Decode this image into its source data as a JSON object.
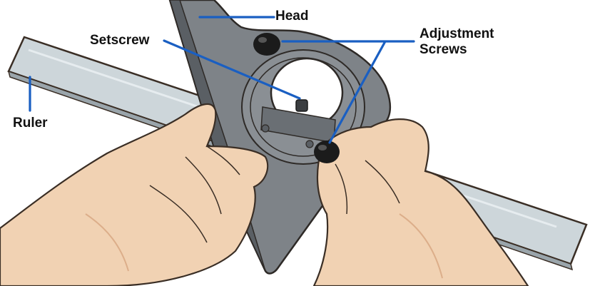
{
  "labels": {
    "head": "Head",
    "setscrew": "Setscrew",
    "adjustment_line1": "Adjustment",
    "adjustment_line2": "Screws",
    "ruler": "Ruler"
  },
  "colors": {
    "leader": "#1a5fc2",
    "ruler_fill": "#cdd6da",
    "head_fill": "#7e8388",
    "head_shadow": "#4e5358",
    "skin": "#f1d2b3",
    "skin_shadow": "#dcae8a",
    "outline": "#3a2e25",
    "screw": "#1b1b1b"
  }
}
